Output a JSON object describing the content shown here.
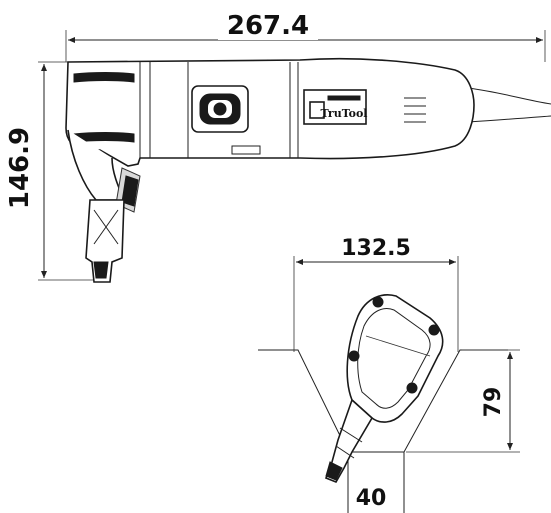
{
  "drawing": {
    "dimensions": {
      "overall_length": "267.4",
      "overall_height": "146.9",
      "head_width": "132.5",
      "head_height": "79",
      "nose_width": "40"
    },
    "brand": "TruTool"
  }
}
